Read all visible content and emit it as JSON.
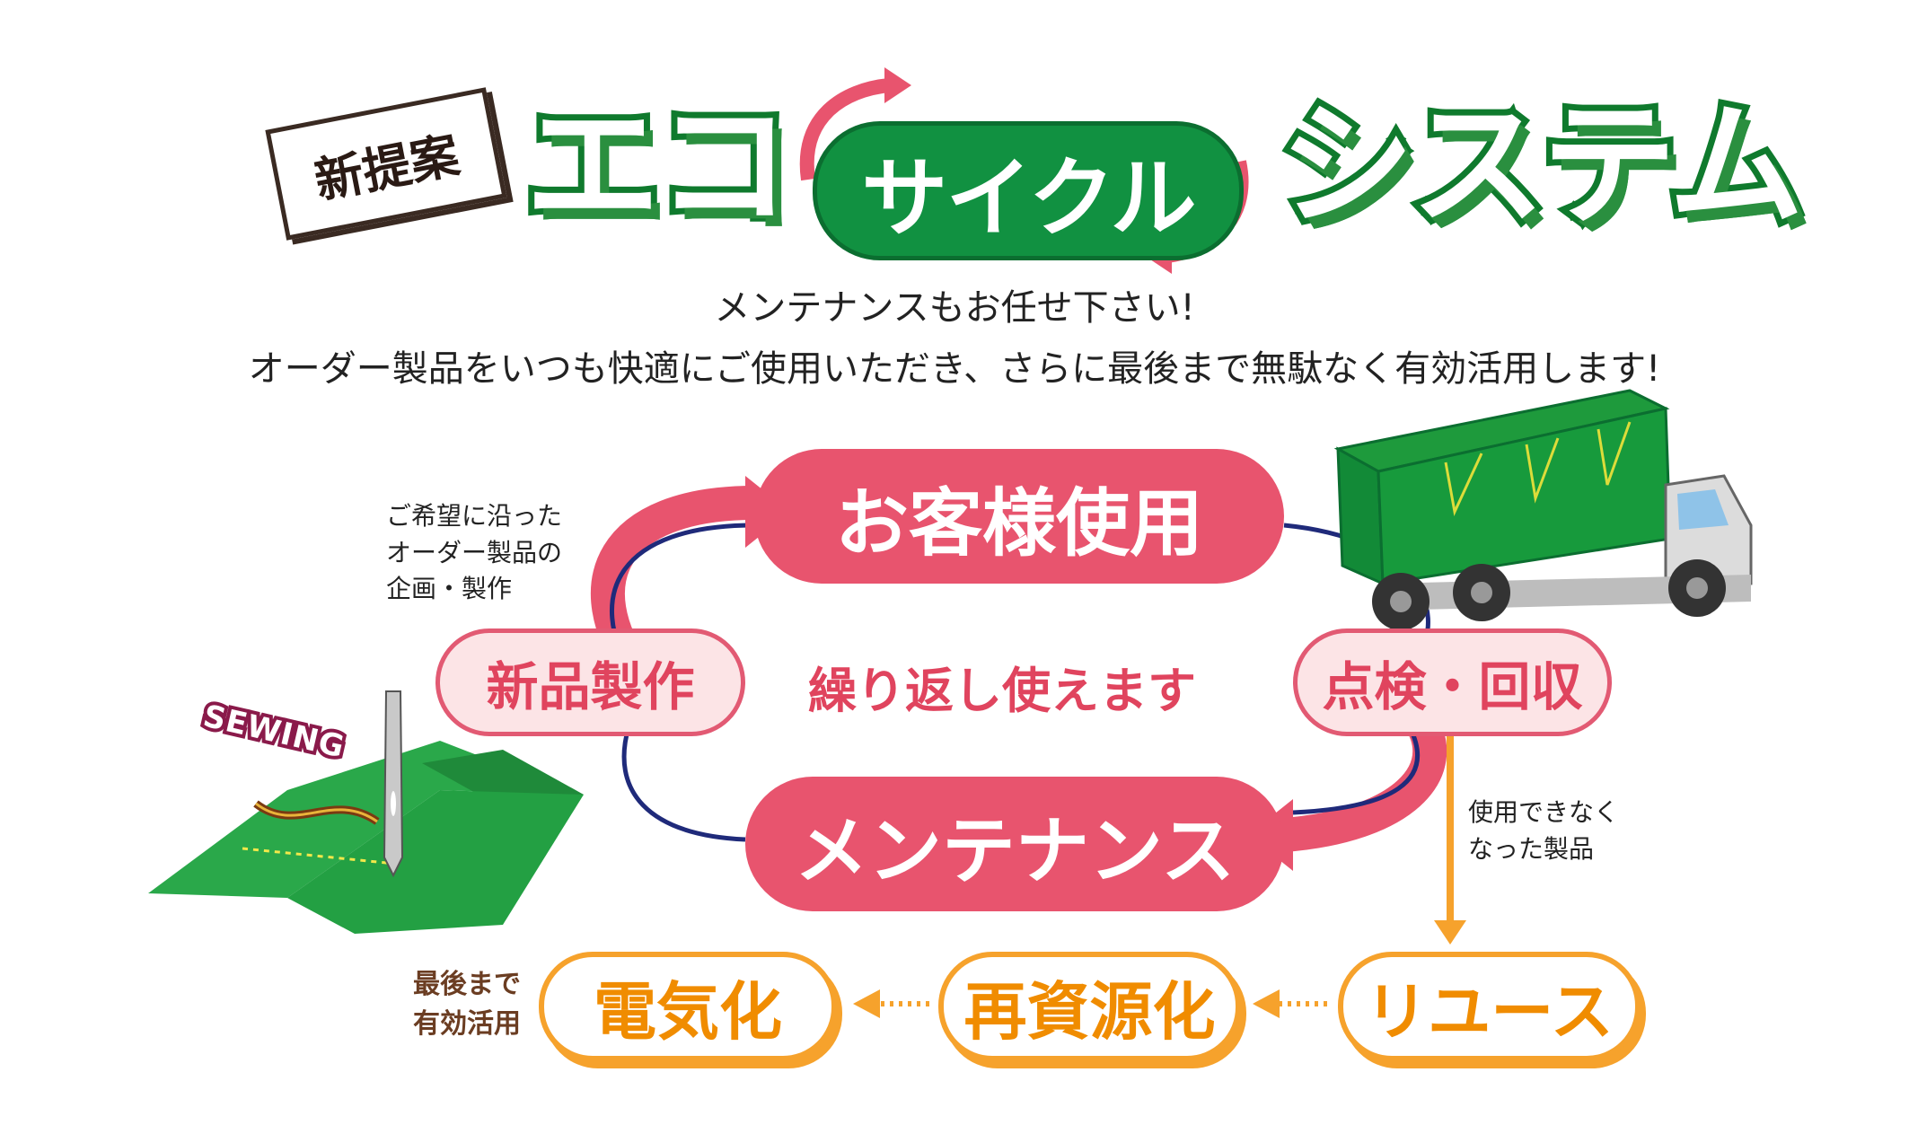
{
  "header": {
    "badge": "新提案",
    "title_left": "エコ",
    "title_middle": "サイクル",
    "title_right": "システム"
  },
  "intro": {
    "line1": "メンテナンスもお任せ下さい!",
    "line2": "オーダー製品をいつも快適にご使用いただき、さらに最後まで無駄なく有効活用します!"
  },
  "cycle": {
    "top": "お客様使用",
    "left": "新品製作",
    "right": "点検・回収",
    "bottom": "メンテナンス",
    "center": "繰り返し使えます"
  },
  "notes": {
    "planning": [
      "ご希望に沿った",
      "オーダー製品の",
      "企画・製作"
    ],
    "unusable": [
      "使用できなく",
      "なった製品"
    ],
    "final": [
      "最後まで",
      "有効活用"
    ]
  },
  "lifecycle": {
    "reuse": "リユース",
    "recycle": "再資源化",
    "electricity": "電気化"
  },
  "sewing_label": "SEWING",
  "colors": {
    "brand_green": "#119141",
    "cycle_red": "#e8546e",
    "soft_pink": "#fce4e6",
    "orange": "#f6a22c",
    "navy": "#1f2a7a"
  }
}
